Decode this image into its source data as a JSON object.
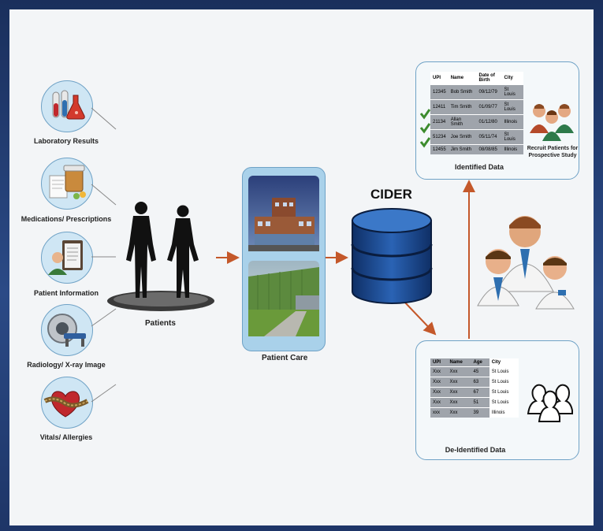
{
  "sources": [
    {
      "label": "Laboratory Results",
      "icon": "lab-flasks-icon"
    },
    {
      "label": "Medications/ Prescriptions",
      "icon": "medication-icon"
    },
    {
      "label": "Patient Information",
      "icon": "patient-clipboard-icon"
    },
    {
      "label": "Radiology/ X-ray Image",
      "icon": "mri-scanner-icon"
    },
    {
      "label": "Vitals/ Allergies",
      "icon": "vitals-heart-icon"
    }
  ],
  "patients_label": "Patients",
  "patient_care_label": "Patient Care",
  "cider_label": "CIDER",
  "identified": {
    "label": "Identified Data",
    "headers": [
      "UPI",
      "Name",
      "Date of Birth",
      "City"
    ],
    "rows": [
      [
        "12345",
        "Bob Smith",
        "09/12/79",
        "St Louis"
      ],
      [
        "12411",
        "Tim Smith",
        "01/09/77",
        "St Louis"
      ],
      [
        "21134",
        "Allan Smith",
        "01/12/80",
        "Illinois"
      ],
      [
        "51234",
        "Joe Smith",
        "05/11/74",
        "St Louis"
      ],
      [
        "12455",
        "Jim Smith",
        "08/08/85",
        "Illinois"
      ]
    ],
    "checked_rows": [
      1,
      2,
      3
    ],
    "recruit_label_1": "Recruit Patients for",
    "recruit_label_2": "Prospective Study"
  },
  "deidentified": {
    "label": "De-Identified Data",
    "headers": [
      "UPI",
      "Name",
      "Age",
      "City"
    ],
    "rows": [
      [
        "Xxx",
        "Xxx",
        "45",
        "St Louis"
      ],
      [
        "Xxx",
        "Xxx",
        "63",
        "St Louis"
      ],
      [
        "Xxx",
        "Xxx",
        "67",
        "St Louis"
      ],
      [
        "Xxx",
        "Xxx",
        "51",
        "St Louis"
      ],
      [
        "xxx",
        "Xxx",
        "39",
        "Illinois"
      ]
    ]
  },
  "colors": {
    "frame": "#1f3a70",
    "panel": "#f3f5f7",
    "circle_fill": "#cfe6f4",
    "circle_border": "#6fa2c6",
    "arrow": "#c4582a",
    "db_blue": "#1f4f94",
    "table_grey": "#9fa4ab",
    "check": "#3d8c2e"
  }
}
